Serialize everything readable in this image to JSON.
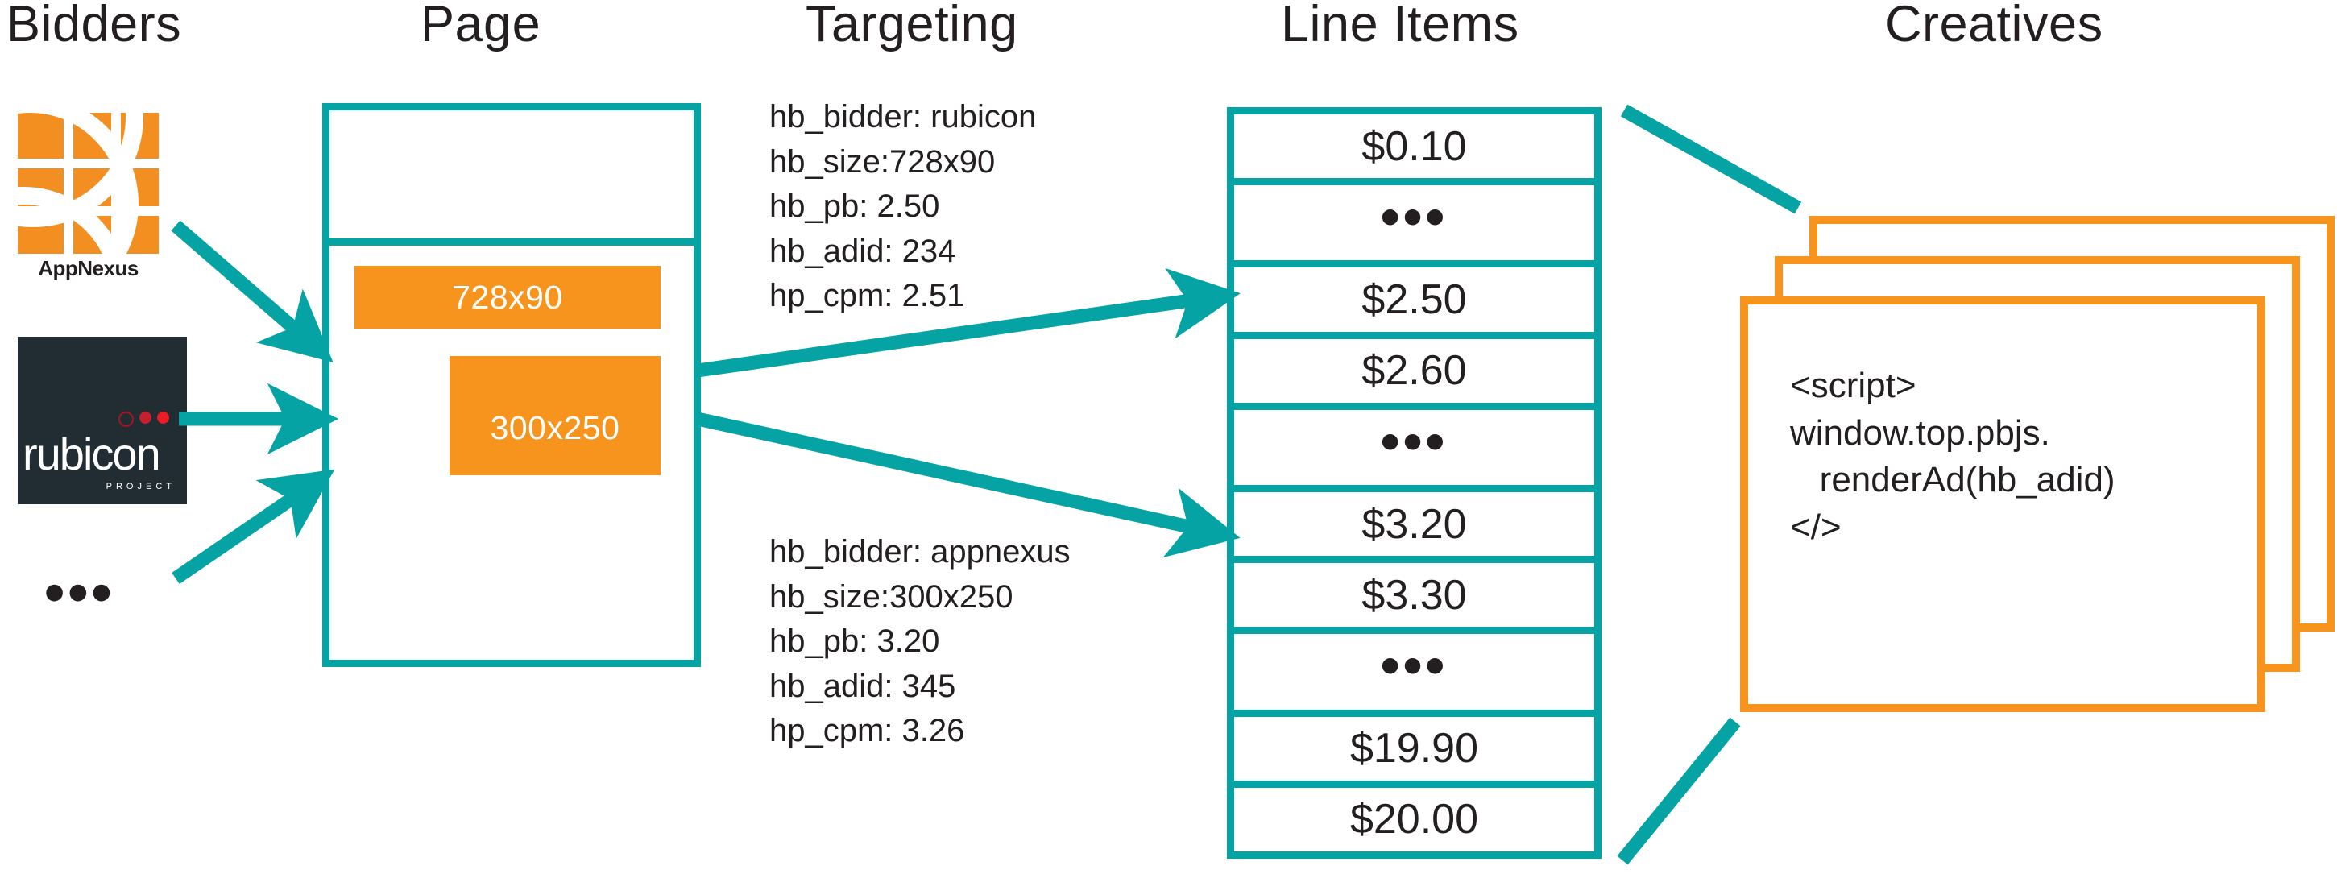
{
  "columns": {
    "bidders": "Bidders",
    "page": "Page",
    "targeting": "Targeting",
    "line_items": "Line Items",
    "creatives": "Creatives"
  },
  "colors": {
    "teal": "#05A3A3",
    "orange": "#F7941E",
    "dark": "#231f20",
    "rubicon_bg": "#222c33"
  },
  "bidders": {
    "appnexus_label": "AppNexus",
    "rubicon_label": "rubicon",
    "rubicon_sub": "PROJECT",
    "more": "•••"
  },
  "page": {
    "ad_slots": [
      {
        "label": "728x90"
      },
      {
        "label": "300x250"
      }
    ]
  },
  "targeting": {
    "block_1": "hb_bidder: rubicon\nhb_size:728x90\nhb_pb: 2.50\nhb_adid: 234\nhp_cpm: 2.51",
    "block_1_fields": {
      "hb_bidder": "rubicon",
      "hb_size": "728x90",
      "hb_pb": "2.50",
      "hb_adid": "234",
      "hp_cpm": "2.51"
    },
    "block_2": "hb_bidder: appnexus\nhb_size:300x250\nhb_pb: 3.20\nhb_adid: 345\nhp_cpm: 3.26",
    "block_2_fields": {
      "hb_bidder": "appnexus",
      "hb_size": "300x250",
      "hb_pb": "3.20",
      "hb_adid": "345",
      "hp_cpm": "3.26"
    }
  },
  "line_items": {
    "rows": [
      {
        "label": "$0.10",
        "type": "price"
      },
      {
        "label": "•••",
        "type": "ellipsis"
      },
      {
        "label": "$2.50",
        "type": "price"
      },
      {
        "label": "$2.60",
        "type": "price"
      },
      {
        "label": "•••",
        "type": "ellipsis"
      },
      {
        "label": "$3.20",
        "type": "price"
      },
      {
        "label": "$3.30",
        "type": "price"
      },
      {
        "label": "•••",
        "type": "ellipsis"
      },
      {
        "label": "$19.90",
        "type": "price"
      },
      {
        "label": "$20.00",
        "type": "price"
      }
    ]
  },
  "creatives": {
    "code": "<script>\nwindow.top.pbjs.\n   renderAd(hb_adid)\n</>",
    "card_count": 3
  }
}
